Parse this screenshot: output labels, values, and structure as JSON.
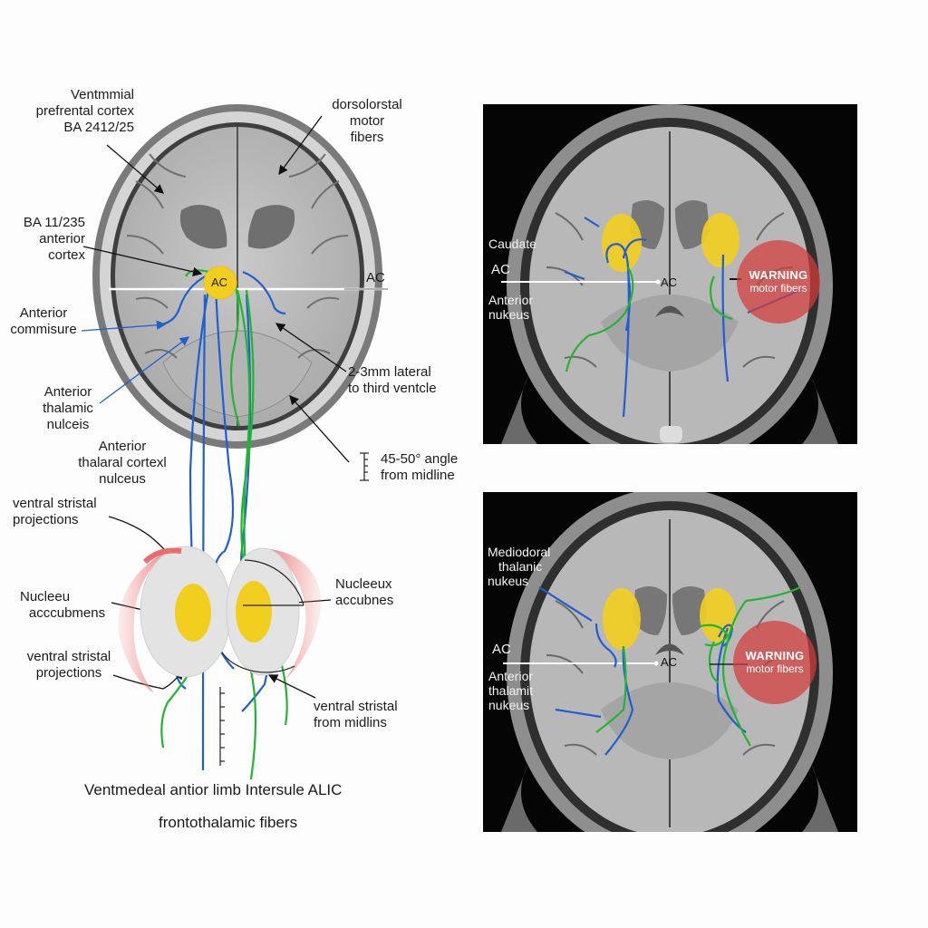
{
  "left_diagram": {
    "labels": {
      "vmpfc": [
        "Ventmmial",
        "prefrental cortex",
        "BA 2412/25"
      ],
      "ba11": [
        "BA 11/235",
        "anterior",
        "cortex"
      ],
      "dorsolateral": [
        "dorsolorstal",
        "motor",
        "fibers"
      ],
      "ac_line": "AC",
      "ac_marker": "AC",
      "anterior_commissure": [
        "Anterior",
        "commisure"
      ],
      "lateral_third": [
        "2-3mm lateral",
        "to third ventcle"
      ],
      "anterior_thalamic": [
        "Anterior",
        "thalamic",
        "nulceis"
      ],
      "thalamic_cortex": [
        "Anterior",
        "thalaral cortexl",
        "nulceus"
      ],
      "angle": [
        "45-50° angle",
        "from midline"
      ],
      "ventral_striatal_top": [
        "ventral stristal",
        "projections"
      ],
      "nucleus_left": [
        "Nucleeu",
        "acccubmens"
      ],
      "nucleus_right": [
        "Nucleeux",
        "accubnes"
      ],
      "ventral_striatal_bottom": [
        "ventral stristal",
        "projections"
      ],
      "ventral_midline": [
        "ventral stristal",
        "from midlins"
      ]
    },
    "captions": {
      "line1": "Ventmedeal antior limb Intersule ALIC",
      "line2": "frontothalamic fibers"
    }
  },
  "top_right_panel": {
    "labels": {
      "caudate": "Caudate",
      "ac_left": "AC",
      "ac_center": "AC",
      "anterior_nucleus": [
        "Anterior",
        "nukeus"
      ]
    },
    "warning": {
      "title": "WARNING",
      "text": "motor fibers"
    }
  },
  "bottom_right_panel": {
    "labels": {
      "mediodorsal": [
        "Mediodoral",
        "thalanic",
        "nukeus"
      ],
      "ac_left": "AC",
      "ac_center": "AC",
      "anterior_thalamic": [
        "Anterior",
        "thalamit",
        "nukeus"
      ]
    },
    "warning": {
      "title": "WARNING",
      "text": "motor fibers"
    }
  },
  "colors": {
    "fiber_blue": "#1f5fd0",
    "fiber_green": "#22b531",
    "target_yellow": "#f2cf1e",
    "warning_red": "#d63c3c",
    "striatum_red": "#ec6b6b"
  }
}
